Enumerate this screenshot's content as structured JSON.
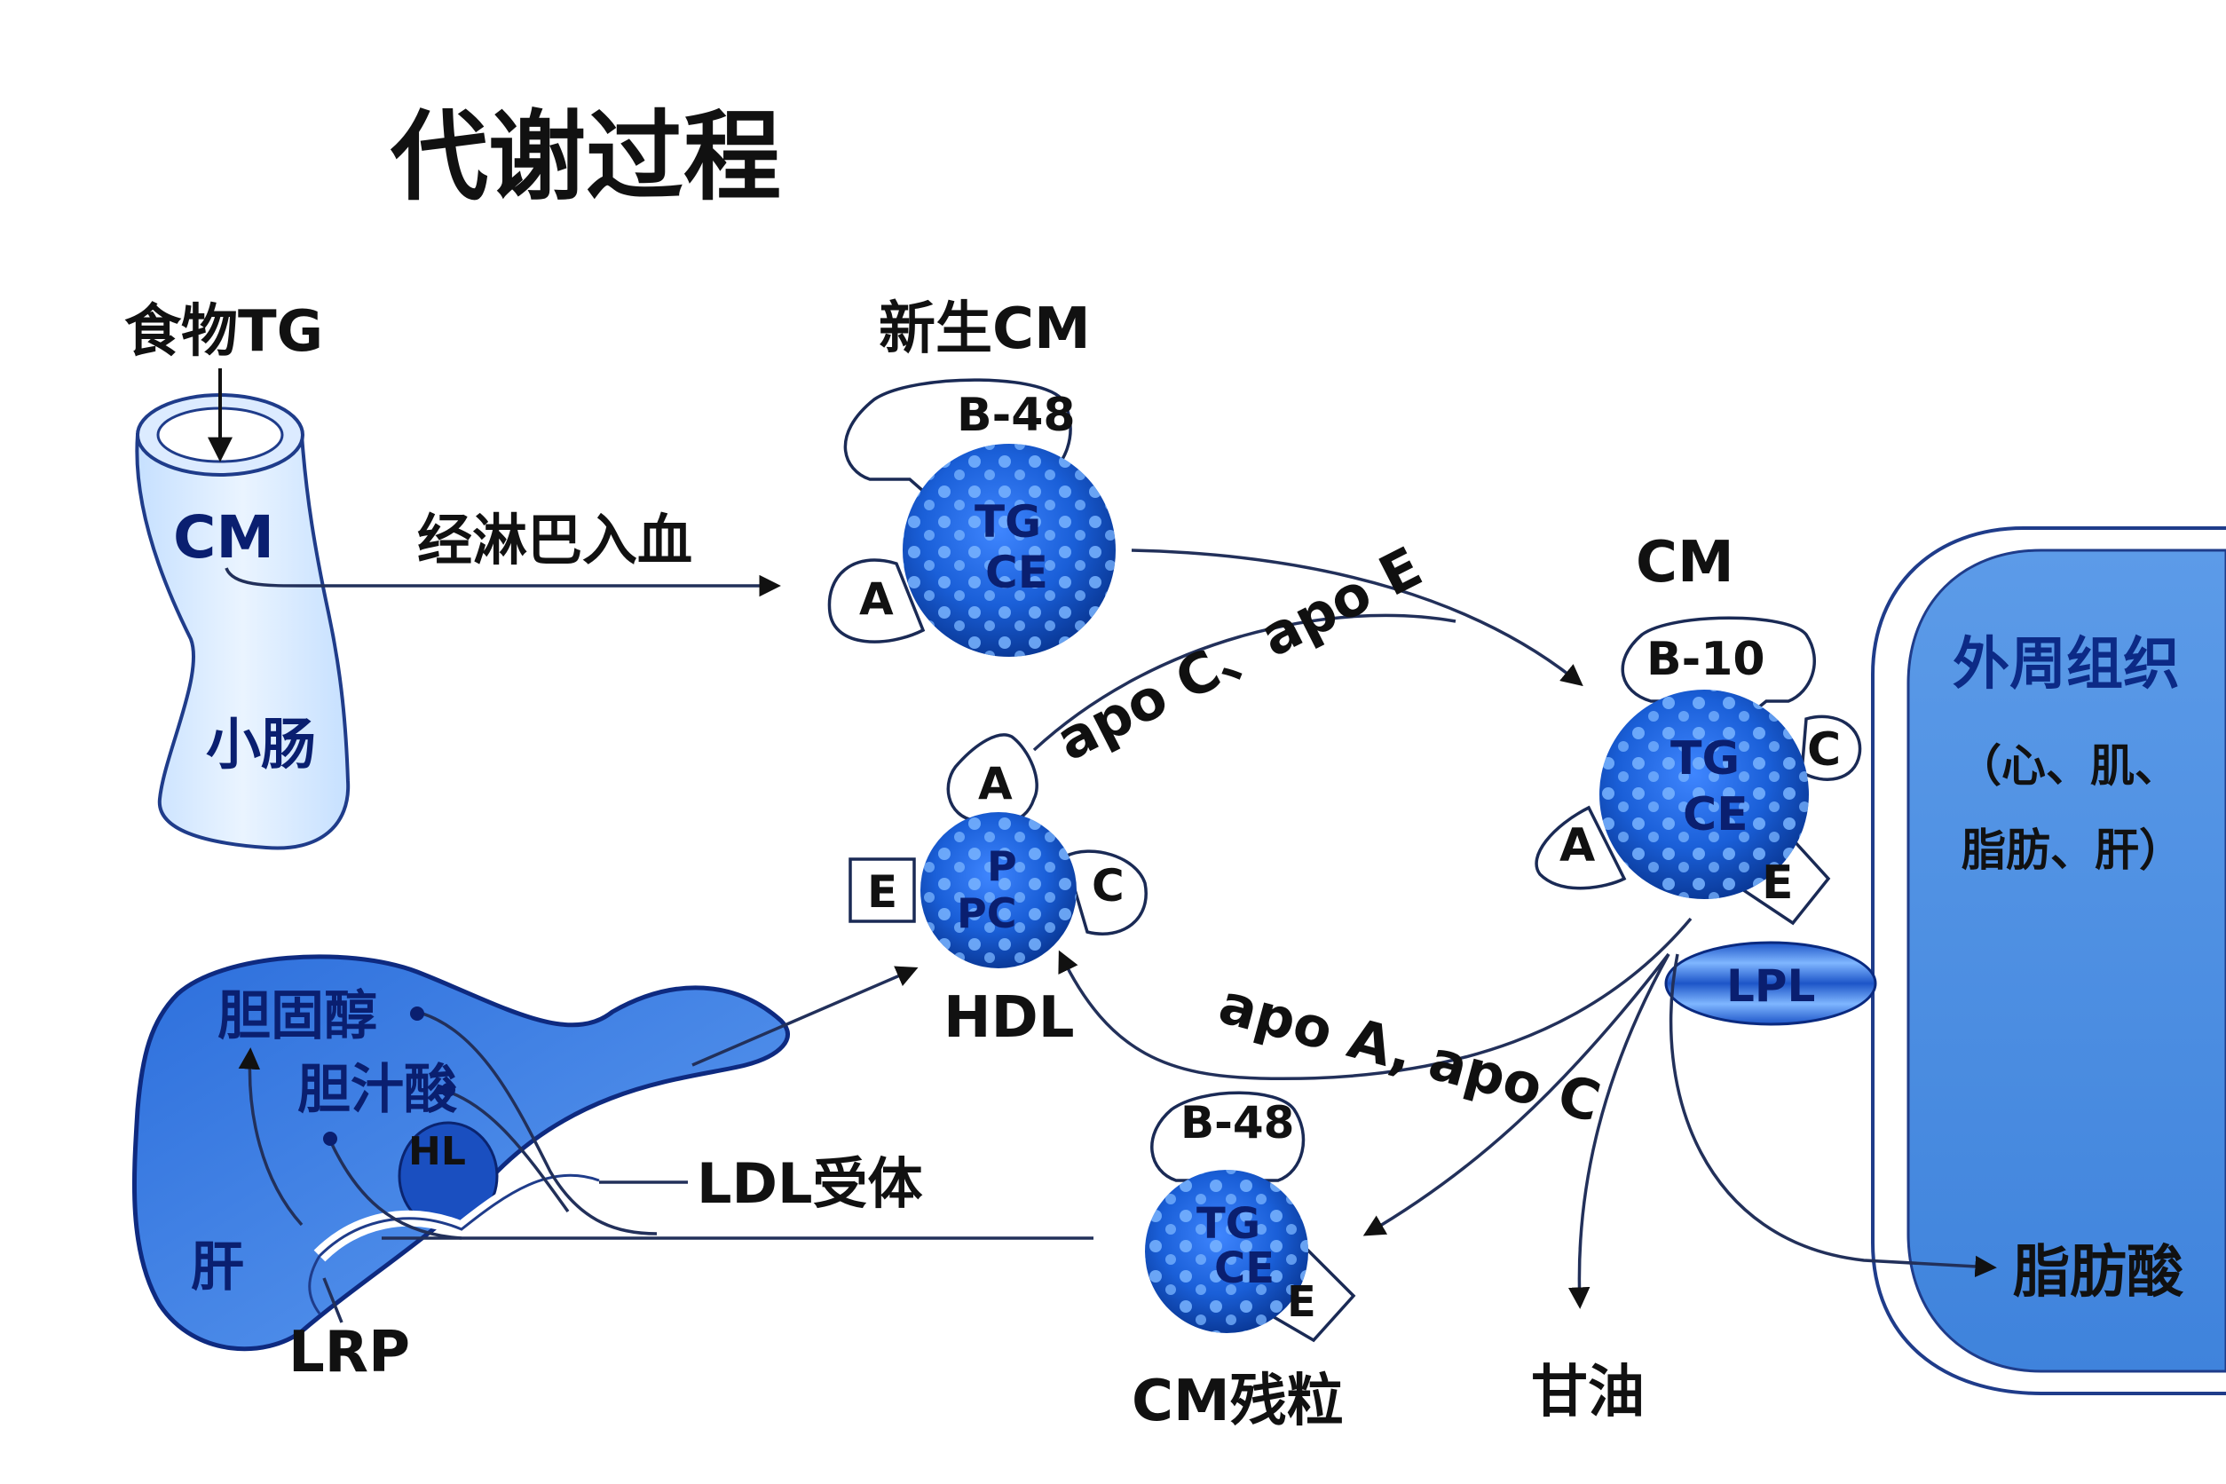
{
  "title": "代谢过程",
  "intestine": {
    "food_label": "食物TG",
    "cm_label": "CM",
    "name": "小肠"
  },
  "route_label": "经淋巴入血",
  "nascent_cm": {
    "title": "新生CM",
    "apo_top": "B-48",
    "apo_side": "A",
    "core_top": "TG",
    "core_bottom": "CE"
  },
  "mature_cm": {
    "title": "CM",
    "apo_top": "B-10",
    "apo_c": "C",
    "apo_a": "A",
    "apo_e": "E",
    "core_top": "TG",
    "core_bottom": "CE"
  },
  "hdl": {
    "title": "HDL",
    "apo_top": "A",
    "apo_e": "E",
    "apo_c": "C",
    "core_top": "P",
    "core_bottom": "PC"
  },
  "transfer_to_cm": "apo C、apo E",
  "transfer_to_hdl": "apo A, apo C",
  "lpl_label": "LPL",
  "peripheral": {
    "title": "外周组织",
    "line1": "（心、肌、",
    "line2": "脂肪、肝）"
  },
  "fatty_acid_label": "脂肪酸",
  "glycerol_label": "甘油",
  "remnant": {
    "title": "CM残粒",
    "apo_top": "B-48",
    "apo_e": "E",
    "core_top": "TG",
    "core_bottom": "CE"
  },
  "liver": {
    "name": "肝",
    "cholesterol": "胆固醇",
    "bile_acid": "胆汁酸",
    "hl_label": "HL",
    "ldl_receptor": "LDL受体",
    "lrp": "LRP"
  },
  "colors": {
    "particle_core": "#1a5fd8",
    "particle_dark": "#0a3a9a",
    "tissue_fill": "#4f8fe0",
    "liver_fill": "#3d7fe0",
    "intestine_fill": "#d8ecff"
  }
}
